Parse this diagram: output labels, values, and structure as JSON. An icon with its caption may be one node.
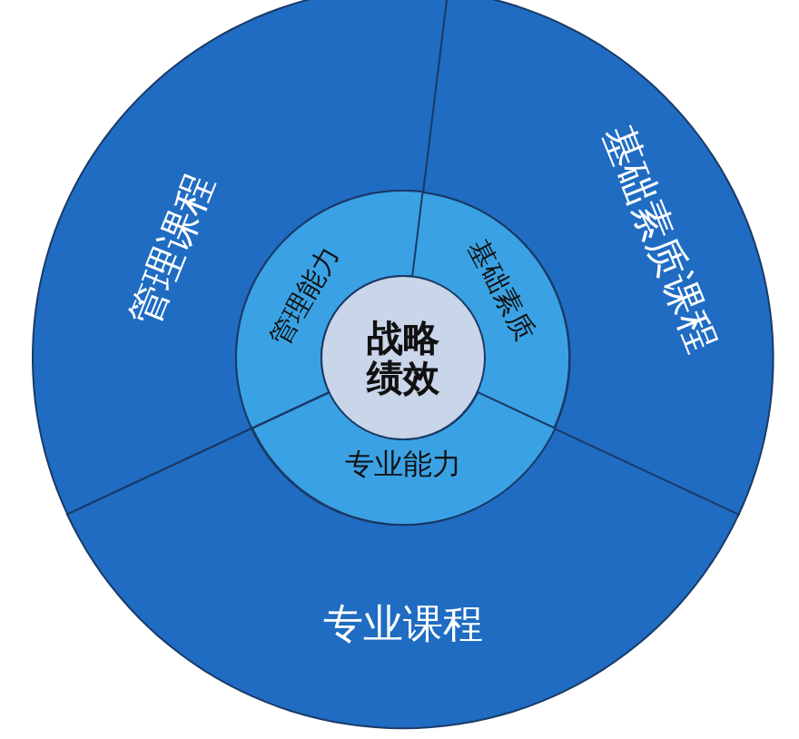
{
  "diagram": {
    "nodes": [
      {
        "text": [
          "管理课程"
        ]
      },
      {
        "text": [
          "基础素质课程"
        ]
      },
      {
        "text": [
          "专业课程"
        ]
      },
      {
        "text": [
          "管理能力"
        ]
      },
      {
        "text": [
          "基础素质"
        ]
      },
      {
        "text": [
          "专业能力"
        ]
      },
      {
        "text": [
          "战略绩效"
        ]
      }
    ]
  }
}
